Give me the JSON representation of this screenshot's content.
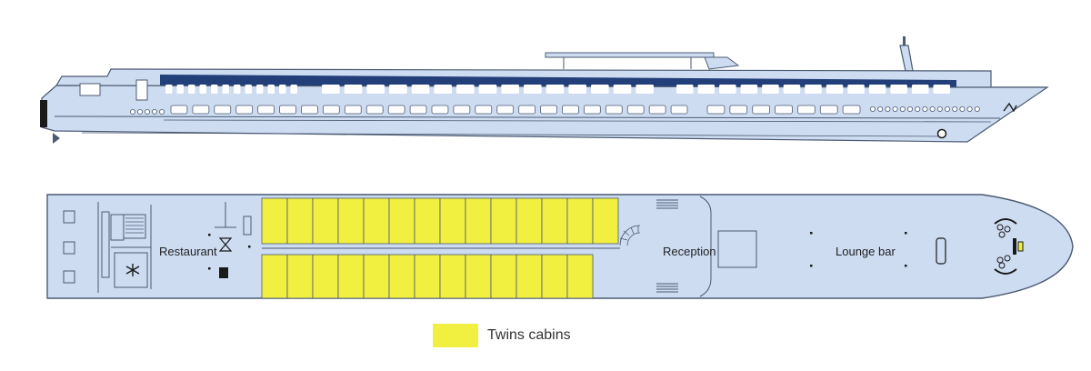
{
  "labels": {
    "restaurant": "Restaurant",
    "reception": "Reception",
    "lounge_bar": "Lounge bar"
  },
  "legend": {
    "twins_cabins": "Twins cabins"
  },
  "cabins": {
    "upper_row_count": 14,
    "lower_row_count": 13
  },
  "colors": {
    "hull_fill": "#cddcf1",
    "window_band": "#223f7a",
    "outline": "#4b5a72",
    "cabin_fill": "#f1ef3f",
    "deck_fill": "#cddcf1",
    "legend_swatch": "#f1ef3f"
  }
}
